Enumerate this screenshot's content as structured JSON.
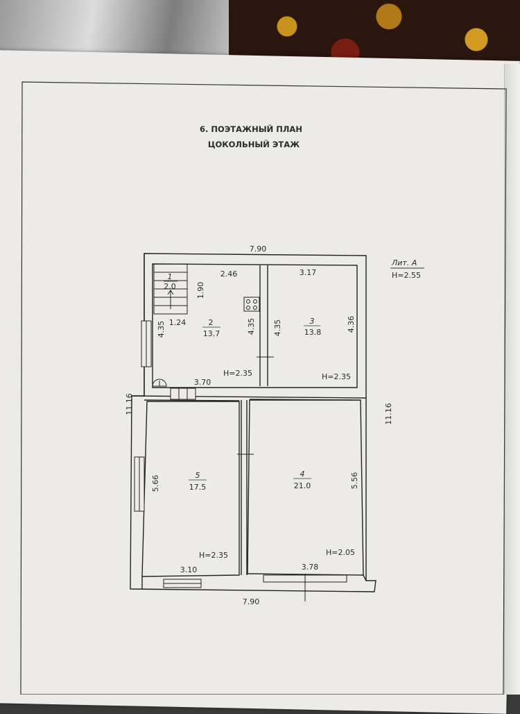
{
  "document": {
    "heading_line1": "6. ПОЭТАЖНЫЙ ПЛАН",
    "heading_line2": "ЦОКОЛЬНЫЙ ЭТАЖ"
  },
  "legend": {
    "lit": "Лит. А",
    "height": "H=2.55"
  },
  "dimensions": {
    "top_overall": "7.90",
    "bottom_overall": "7.90",
    "left_overall": "11.16",
    "right_overall": "11.16",
    "room2_top": "2.46",
    "room3_top": "3.17",
    "stair_right": "1.90",
    "stair_bottom": "1.24",
    "room2_left": "4.35",
    "room2_right": "4.35",
    "room3_left": "4.35",
    "room3_right": "4.36",
    "corridor": "3.70",
    "room5_left": "5.66",
    "room4_right": "5.56",
    "room5_bottom": "3.10",
    "room4_bottom": "3.78"
  },
  "rooms": [
    {
      "num": "1",
      "area": "2.0"
    },
    {
      "num": "2",
      "area": "13.7",
      "height": "H=2.35"
    },
    {
      "num": "3",
      "area": "13.8",
      "height": "H=2.35"
    },
    {
      "num": "5",
      "area": "17.5",
      "height": "H=2.35"
    },
    {
      "num": "4",
      "area": "21.0",
      "height": "H=2.05"
    }
  ]
}
